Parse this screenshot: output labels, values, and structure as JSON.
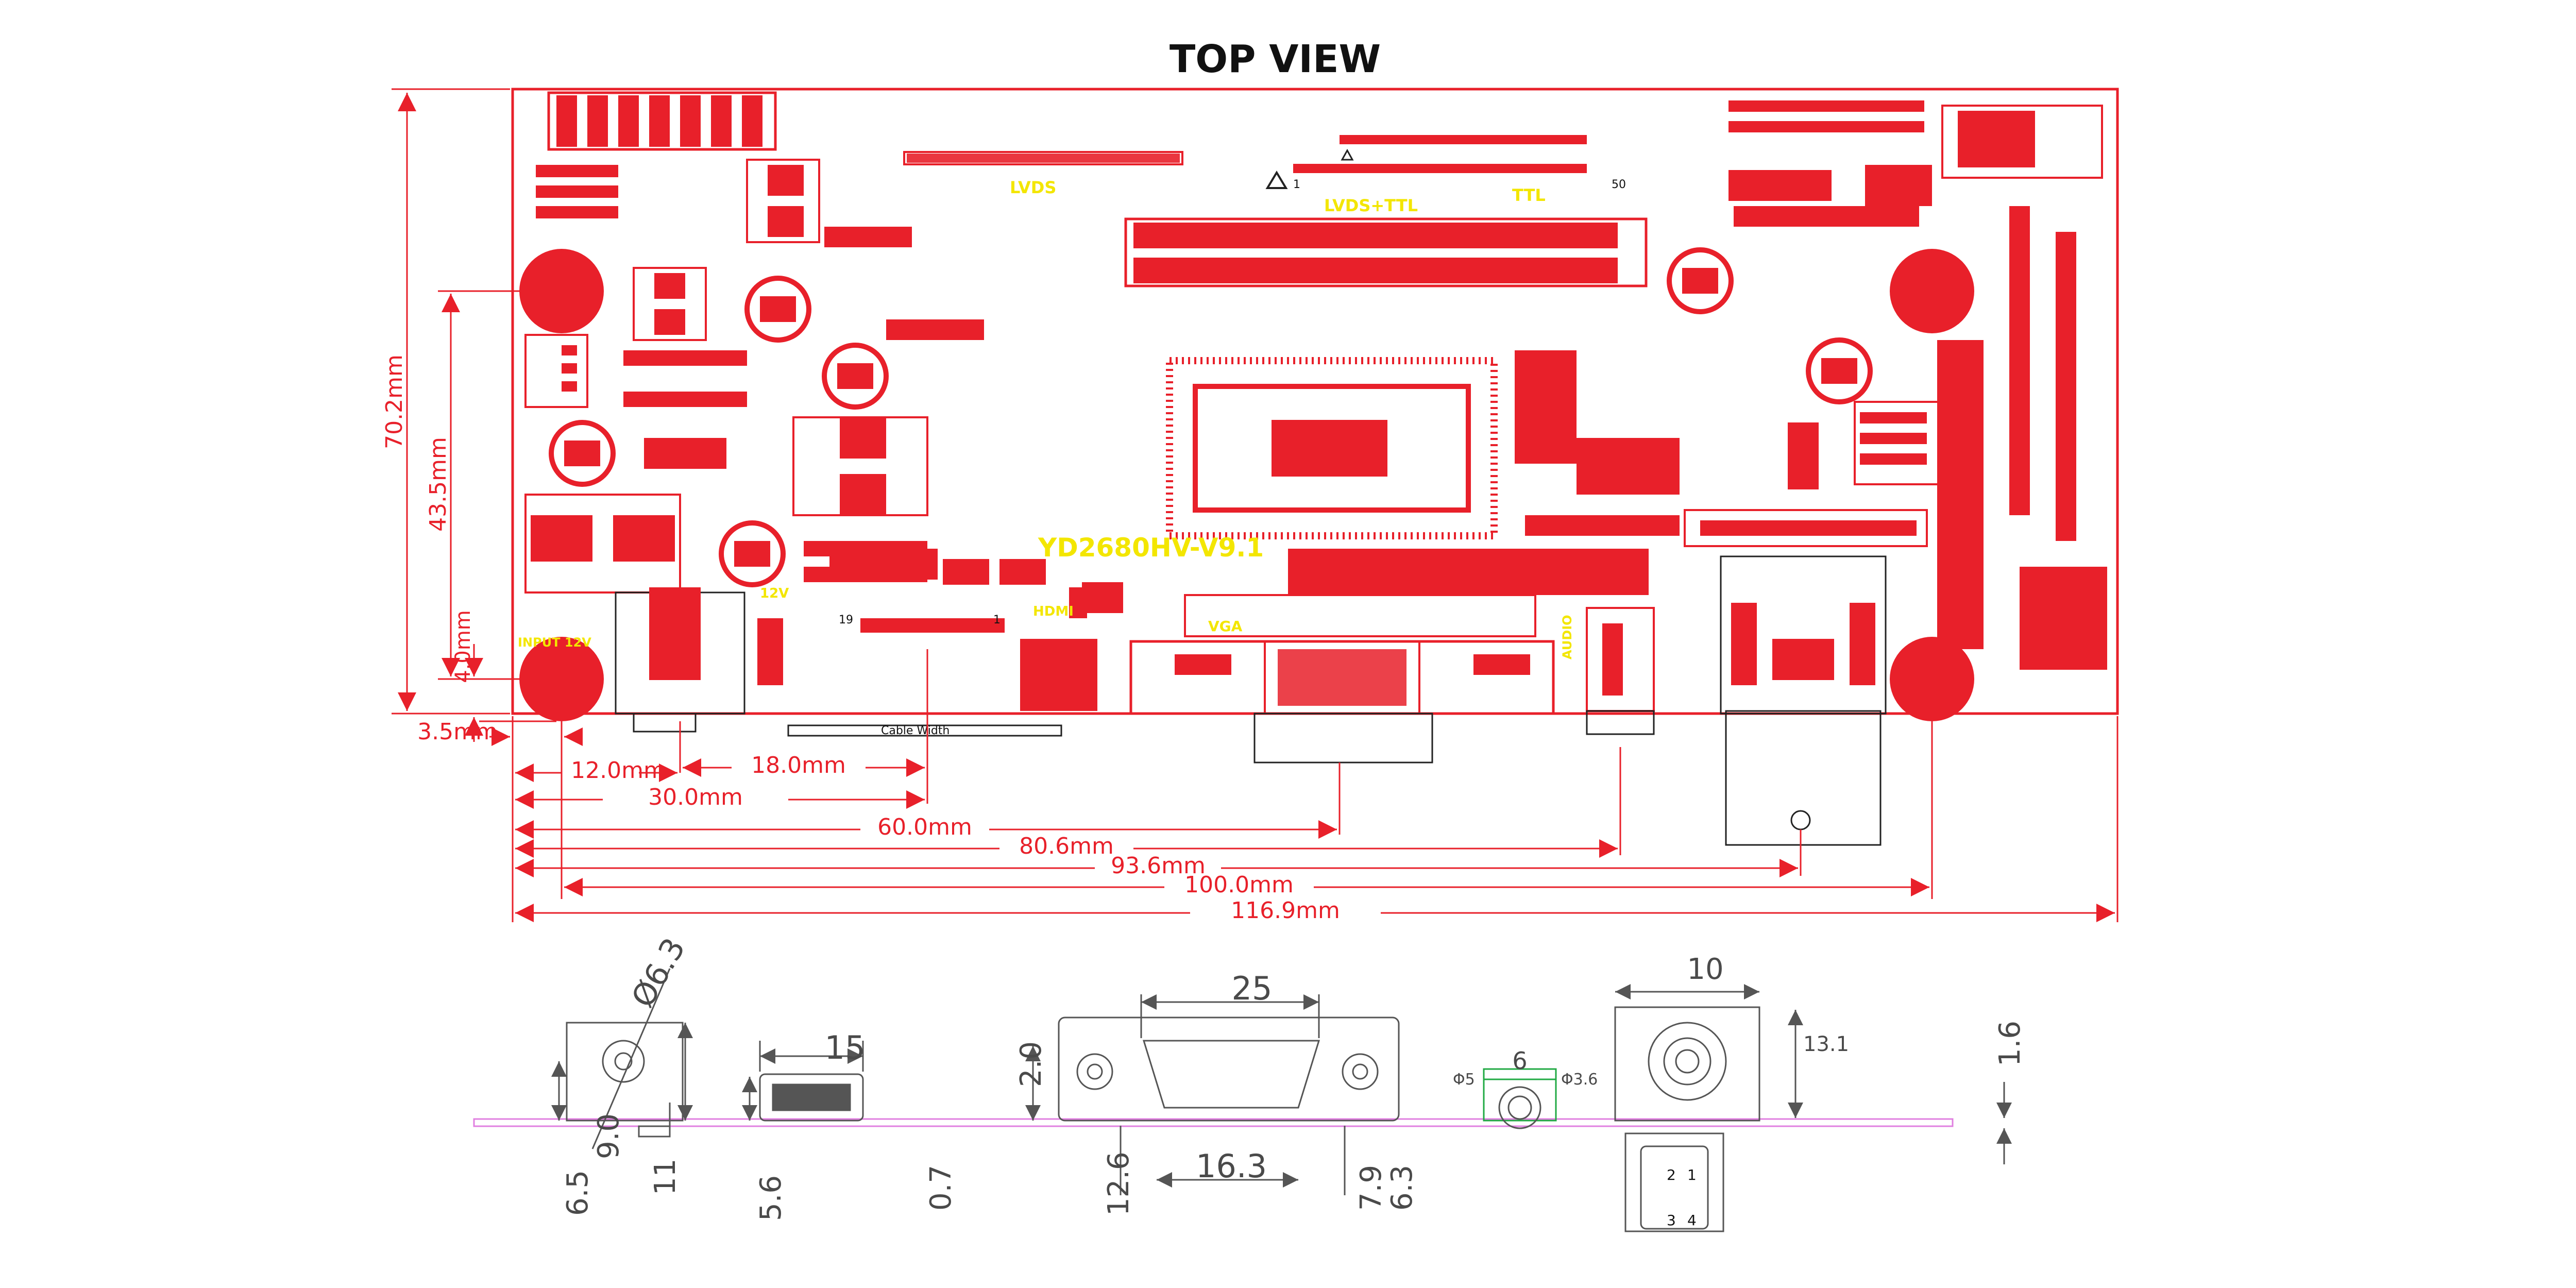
{
  "title": "TOP VIEW",
  "board": {
    "model": "YD2680HV-V9.1",
    "silkscreen": {
      "lvds": "LVDS",
      "lvds_ttl": "LVDS+TTL",
      "ttl": "TTL",
      "pin_1": "1",
      "pin_50": "50",
      "vga": "VGA",
      "hdmi": "HDMI",
      "audio": "AUDIO",
      "pin_19": "19",
      "pin_1b": "1",
      "input_12v": "INPUT 12V",
      "v12": "12V",
      "cable_width": "Cable Width"
    }
  },
  "dimensions": {
    "vertical": {
      "height_total": "70.2mm",
      "hole_spacing": "43.5mm",
      "hole_to_edge": "4.0mm"
    },
    "horizontal": {
      "edge_to_hole": "3.5mm",
      "d_12": "12.0mm",
      "d_18": "18.0mm",
      "d_30": "30.0mm",
      "d_60": "60.0mm",
      "d_80_6": "80.6mm",
      "d_93_6": "93.6mm",
      "d_100": "100.0mm",
      "d_116_9": "116.9mm"
    }
  },
  "side_view": {
    "dc_jack": {
      "diameter": "Ø6.3",
      "d1": "6.5",
      "d2": "9.0",
      "d3": "11"
    },
    "hdmi": {
      "width": "15",
      "h1": "5.6"
    },
    "vga": {
      "width": "25",
      "inner": "16.3",
      "h1": "2.0",
      "h2": "0.7",
      "h3": "12.6",
      "h4": "7.9",
      "h5": "6.3"
    },
    "audio": {
      "width": "6",
      "phi5": "Φ5",
      "phi36": "Φ3.6"
    },
    "av_jack": {
      "width": "10",
      "height": "13.1",
      "side": "1.6",
      "pins": [
        "2",
        "1",
        "3",
        "4"
      ]
    }
  },
  "colors": {
    "board": "#e8202a",
    "silkscreen": "#f3e600",
    "side_lines": "#555555",
    "baseline": "#e080e0"
  }
}
